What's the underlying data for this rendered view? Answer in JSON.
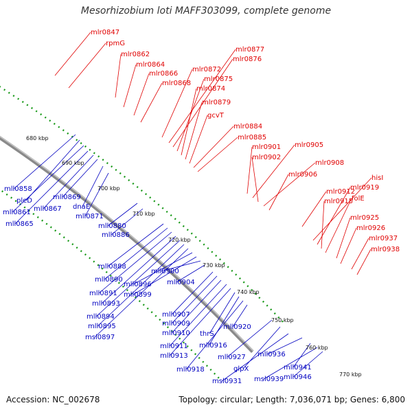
{
  "title": "Mesorhizobium loti MAFF303099, complete genome",
  "footer": {
    "accession": "Accession: NC_002678",
    "topology": "Topology: circular; Length: 7,036,071 bp; Genes: 6,800"
  },
  "colors": {
    "forward_label": "#e00000",
    "reverse_label": "#0000c0",
    "backbone": "#8a8a8a",
    "dotted_track": "#1a9a1a"
  },
  "scale_labels": [
    "680 kbp",
    "690 kbp",
    "700 kbp",
    "710 kbp",
    "720 kbp",
    "730 kbp",
    "740 kbp",
    "750 kbp",
    "760 kbp",
    "770 kbp"
  ],
  "forward_genes": [
    "mlr0847",
    "rpmG",
    "mlr0862",
    "mlr0864",
    "mlr0866",
    "mlr0868",
    "mlr0872",
    "mlr0877",
    "mlr0876",
    "mlr0875",
    "mlr0874",
    "mlr0879",
    "gcvT",
    "mlr0884",
    "mlr0885",
    "mlr0901",
    "mlr0905",
    "mlr0902",
    "mlr0908",
    "mlr0906",
    "mlr0912",
    "hisI",
    "mlr0919",
    "mlr0915",
    "folE",
    "mlr0925",
    "mlr0926",
    "mlr0937",
    "mlr0938"
  ],
  "reverse_genes": [
    "mll0858",
    "pleD",
    "mll0861",
    "mll0865",
    "mll0867",
    "mll0869",
    "dnaE",
    "mll0871",
    "mll0880",
    "mll0886",
    "mll0888",
    "mll0890",
    "mll0891",
    "mll0893",
    "mll0894",
    "mll0895",
    "msl0897",
    "mll0896",
    "mll0899",
    "mll0900",
    "mll0904",
    "mll0907",
    "mll0909",
    "mll0910",
    "mll0911",
    "mll0913",
    "thrS",
    "mll0916",
    "mll0918",
    "mll0920",
    "mll0927",
    "glpX",
    "msl0931",
    "mll0936",
    "mll0941",
    "msl0939",
    "mll0946"
  ]
}
